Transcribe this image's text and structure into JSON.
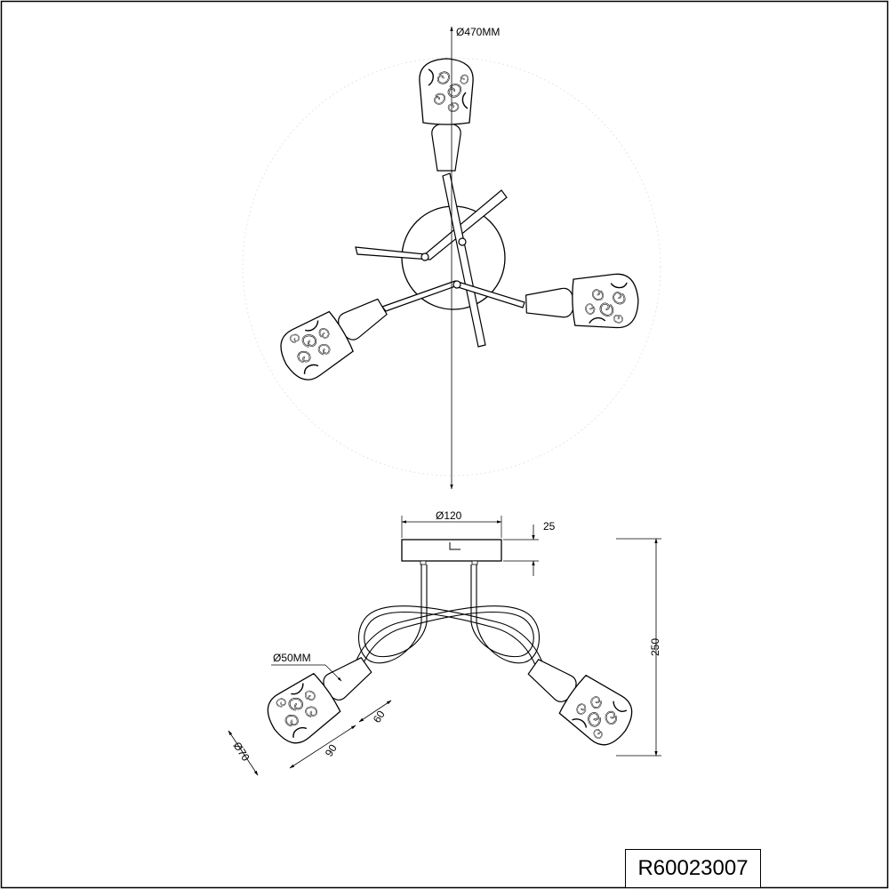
{
  "drawing": {
    "product_code": "R60023007",
    "labels": {
      "spread_diameter": "Ø470MM",
      "canopy_diameter": "Ø120",
      "canopy_height": "25",
      "total_height": "250",
      "socket_diameter": "Ø50MM",
      "shade_length": "90",
      "socket_length": "60",
      "shade_diameter": "Ø70"
    }
  }
}
